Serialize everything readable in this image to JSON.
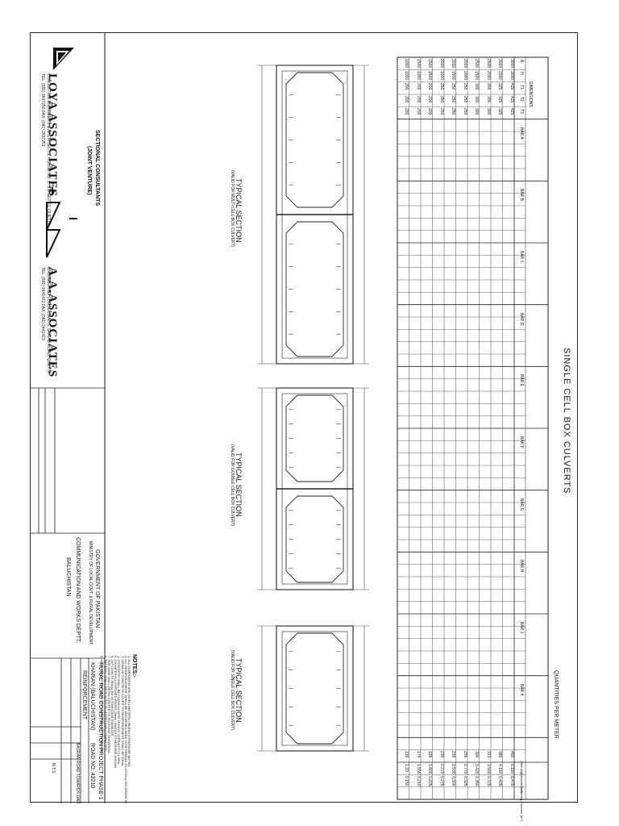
{
  "table": {
    "title": "SINGLE CELL BOX CULVERTS",
    "quantities_header": "QUANTITIES PER METER",
    "dimensions_header": "DIMENSIONS",
    "dim_cols": [
      "B",
      "H",
      "T1",
      "T2",
      "T3"
    ],
    "bar_groups": [
      "BAR A",
      "BAR B",
      "BAR C",
      "BAR D",
      "BAR E",
      "BAR F",
      "BAR G",
      "BAR H",
      "BAR J",
      "BAR K"
    ],
    "qty_cols": [
      "Steel (kg)",
      "Concrete (m³)",
      "Shuttering Concrete (m²)"
    ],
    "rows": [
      {
        "B": "1000",
        "H": "1000",
        "T1": "200",
        "T2": "200",
        "T3": "200",
        "steel": "130",
        "concrete": "1.20",
        "shutter": "0.150"
      },
      {
        "B": "1500",
        "H": "1000",
        "T1": "200",
        "T2": "200",
        "T3": "200",
        "steel": "170",
        "concrete": "1.550",
        "shutter": "0.210"
      },
      {
        "B": "1500",
        "H": "1500",
        "T1": "200",
        "T2": "200",
        "T3": "200",
        "steel": "135",
        "concrete": "1.800",
        "shutter": "0.225"
      },
      {
        "B": "2000",
        "H": "1000",
        "T1": "250",
        "T2": "250",
        "T3": "250",
        "steel": "230",
        "concrete": "2.270",
        "shutter": "0.275"
      },
      {
        "B": "2000",
        "H": "1500",
        "T1": "250",
        "T2": "250",
        "T3": "250",
        "steel": "230",
        "concrete": "2.500",
        "shutter": "0.300"
      },
      {
        "B": "2000",
        "H": "2000",
        "T1": "250",
        "T2": "250",
        "T3": "250",
        "steel": "255",
        "concrete": "2.770",
        "shutter": "0.325"
      },
      {
        "B": "2500",
        "H": "1500",
        "T1": "300",
        "T2": "300",
        "T3": "300",
        "steel": "300",
        "concrete": "3.420",
        "shutter": "0.350"
      },
      {
        "B": "2500",
        "H": "2000",
        "T1": "300",
        "T2": "300",
        "T3": "300",
        "steel": "333",
        "concrete": "3.560",
        "shutter": "0.375"
      },
      {
        "B": "3000",
        "H": "2000",
        "T1": "325",
        "T2": "325",
        "T3": "325",
        "steel": "380",
        "concrete": "4.110",
        "shutter": "0.405"
      },
      {
        "B": "3000",
        "H": "3000",
        "T1": "425",
        "T2": "425",
        "T3": "425",
        "steel": "450",
        "concrete": "6.110",
        "shutter": "0.475"
      }
    ]
  },
  "sections": [
    {
      "title": "TYPICAL SECTION",
      "subtitle": "(VALID FOR MULTI CELL BOX CULVERT)"
    },
    {
      "title": "TYPICAL SECTION",
      "subtitle": "(VALID FOR DOUBLE CELL BOX CULVERT)"
    },
    {
      "title": "TYPICAL SECTION",
      "subtitle": "(VALID FOR SINGLE CELL BOX CULVERT)"
    }
  ],
  "notes": {
    "heading": "NOTES:-",
    "items": [
      "1. ALL DIMENSIONS ARE IN MILLIMETERS UNLESS OTHERWISE NOTED.",
      "2. ALL REINFORCEMENT SHALL BE DEFORMED BARS CONFORMING TO ASTM A-615 GRADE 60.",
      "3. MINIMUM CONCRETE COVER TO REINFORCEMENT SHALL BE 50mm.",
      "4. CONCRETE SHALL BE CLASS A3 WITH 28 DAYS STRENGTH 21 MPa.",
      "5. CHAMFER ALL EXPOSED EDGES 20mm UNLESS OTHERWISE SHOWN.",
      "6. LAP LENGTH SHALL BE 40 TIMES BAR DIAMETER.",
      "7. FOR WING WALL DETAILS REFER TO RELEVANT DRAWINGS.",
      "8. BACKFILL SHALL BE PLACED IN LAYERS AND COMPACTED.",
      "9. ALL DETAILS TO BE READ WITH GENERAL SPECIFICATIONS."
    ]
  },
  "consultant": {
    "heading": "SECTIONAL CONSULTANTS",
    "subheading": "(JOINT VENTURE)",
    "firm1": "LOYA ASSOCIATES",
    "firm1_address": "CONSULTING ENGINEERS & ARCHITECTS, HOUSE NO. 2, STREET 61, QUETTA",
    "firm1_tel": "TEL: (081) 2837250 FAX: (081) 2837251",
    "firm2": "A.A.ASSOCIATES",
    "firm2_address": "ENGINEERING CONSULTANTS, SARIAB ROAD, QUETTA",
    "firm2_tel": "TEL: (081) 2441422 FAX: (081) 2441423",
    "plus": "+"
  },
  "client": {
    "line1": "GOVERNMENT OF PAKISTAN",
    "line2": "MINISTRY OF LOCAL GOVT. & RURAL DEVELOPMENT",
    "line3": "COMMUNICATION AND WORKS DEPTT.",
    "line4": "BALUCHISTAN"
  },
  "project": {
    "line1": "RURAL ROAD CONSTRUCTION PROJECT PHASE-1",
    "line2": "KHARAN (BALUCHISTAN)",
    "road_no": "ROAD NO. 43210",
    "drawing_title": "REINFORCEMENT",
    "road_name": "BASRAN ROAD TOWARDS DALI",
    "scale": "N.T.S."
  },
  "colors": {
    "line": "#222222",
    "paper": "#ffffff"
  }
}
